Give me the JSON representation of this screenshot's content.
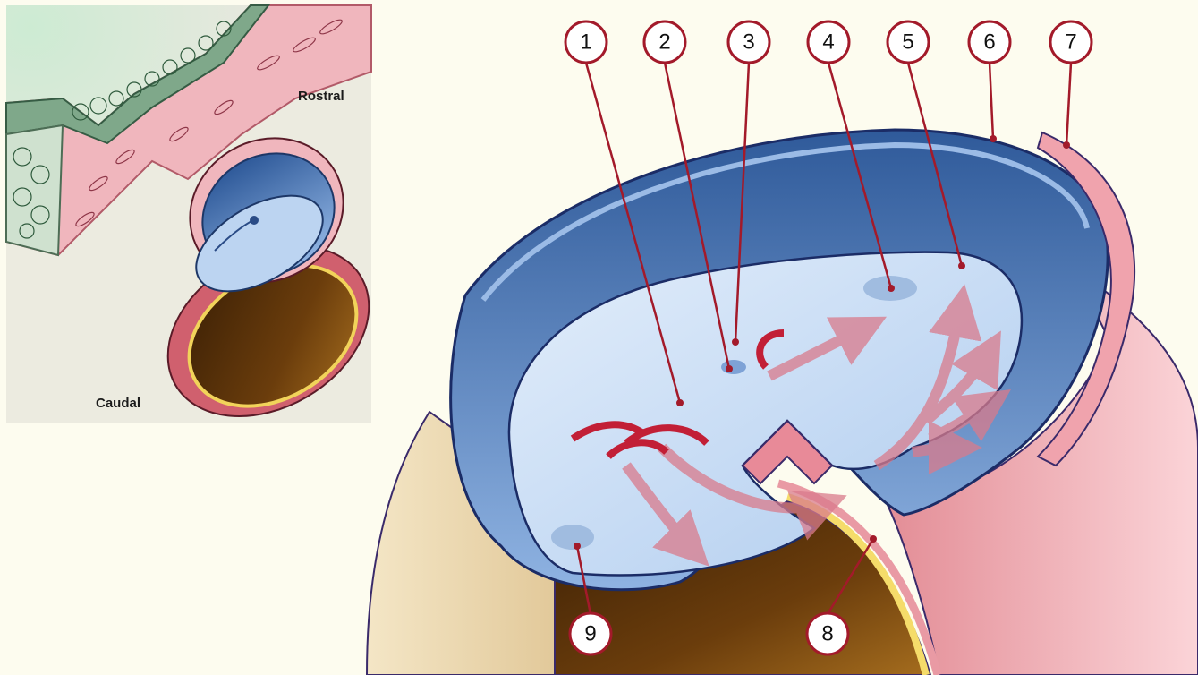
{
  "figure": {
    "inset": {
      "rostral_label": "Rostral",
      "caudal_label": "Caudal"
    },
    "callouts": [
      {
        "id": "1",
        "label": "1"
      },
      {
        "id": "2",
        "label": "2"
      },
      {
        "id": "3",
        "label": "3"
      },
      {
        "id": "4",
        "label": "4"
      },
      {
        "id": "5",
        "label": "5"
      },
      {
        "id": "6",
        "label": "6"
      },
      {
        "id": "7",
        "label": "7"
      },
      {
        "id": "8",
        "label": "8"
      },
      {
        "id": "9",
        "label": "9"
      }
    ]
  },
  "colors": {
    "background": "#fdfcef",
    "amnion_blue": "#7fa8da",
    "amnion_dark": "#3a5e9a",
    "disc_surface": "#c9dcf3",
    "yolk_brown": "#6b3d0c",
    "pink_tissue": "#f2b8bf",
    "deep_pink": "#d86874",
    "yellow_layer": "#f5dc6a",
    "leader_red": "#a31a2a",
    "arrow_red": "#c21f36"
  }
}
